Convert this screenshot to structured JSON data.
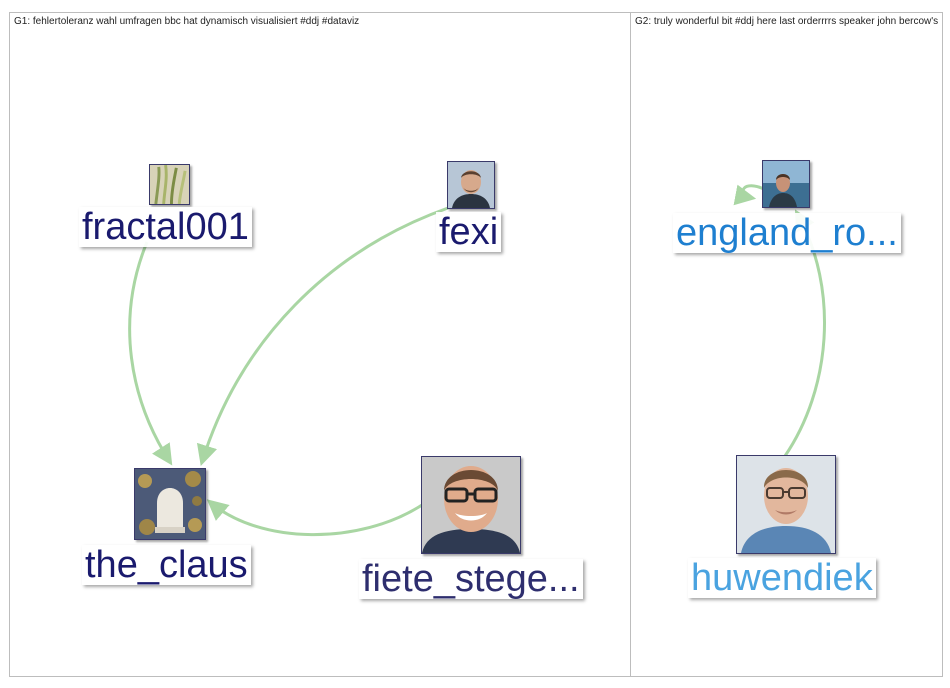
{
  "groups": [
    {
      "title": "G1: fehlertoleranz wahl umfragen bbc hat dynamisch visualisiert #ddj #dataviz"
    },
    {
      "title": "G2: truly wonderful bit #ddj here last orderrrrs speaker john bercow's"
    }
  ],
  "nodes": {
    "fractal001": {
      "label": "fractal001",
      "color": "#1a1a6e"
    },
    "fexi": {
      "label": "fexi",
      "color": "#1a1a6e"
    },
    "the_claus": {
      "label": "the_claus",
      "color": "#1a1a6e"
    },
    "fiete": {
      "label": "fiete_stege...",
      "color": "#2e2e6e"
    },
    "england": {
      "label": "england_ro...",
      "color": "#1e7fd0"
    },
    "huwendiek": {
      "label": "huwendiek",
      "color": "#4aa3e0"
    }
  },
  "edges": [
    {
      "from": "fractal001",
      "to": "the_claus"
    },
    {
      "from": "fexi",
      "to": "the_claus"
    },
    {
      "from": "fiete",
      "to": "the_claus"
    },
    {
      "from": "huwendiek",
      "to": "england"
    },
    {
      "from": "england",
      "to": "england",
      "self_loop": true
    }
  ],
  "edge_color": "#a9d6a3"
}
